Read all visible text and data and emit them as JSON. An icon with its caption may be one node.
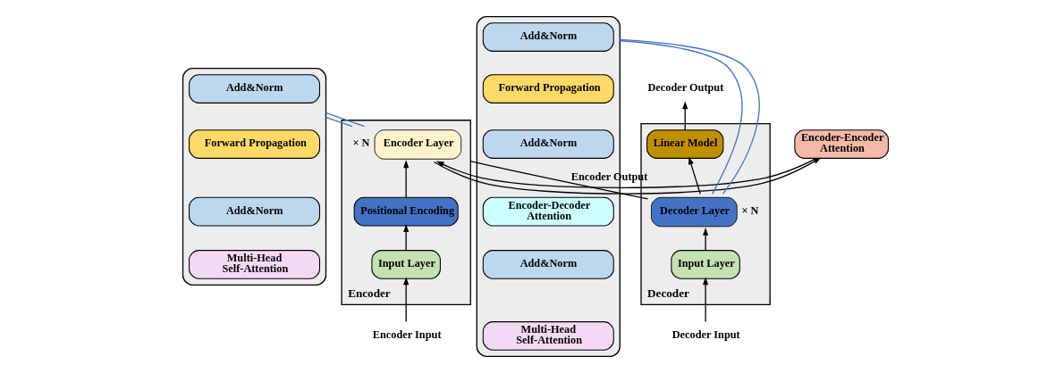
{
  "diagram": {
    "nodes": [
      {
        "text": [],
        "shape": "box"
      },
      {
        "text": [
          "Add&Norm"
        ],
        "in": 0
      },
      {
        "text": [
          "Forward Propagation"
        ],
        "in": 0
      },
      {
        "text": [
          "Add&Norm"
        ],
        "in": 0
      },
      {
        "text": [
          "Multi-Head Self-Attention"
        ],
        "in": 0
      },
      {
        "text": [
          "Encoder"
        ]
      },
      {
        "text": [
          "Encoder Layer"
        ],
        "in": 5,
        "beside": [
          "× N"
        ]
      },
      {
        "text": [
          "Positional Encoding"
        ],
        "in": 5
      },
      {
        "text": [
          "Input Layer"
        ],
        "in": 5
      },
      {
        "text": [
          "Encoder-Encoder Attention"
        ]
      },
      {
        "text": [
          "Encoder Input"
        ]
      },
      {
        "text": [
          "Decoder"
        ]
      },
      {
        "text": [
          "Linear Model"
        ],
        "in": 11
      },
      {
        "text": [
          "Decoder Layer"
        ],
        "in": 11,
        "beside": [
          "× N"
        ]
      },
      {
        "text": [
          "Input Layer"
        ],
        "in": 11
      },
      {
        "text": [],
        "shape": "box"
      },
      {
        "text": [
          "Add&Norm"
        ],
        "in": 15
      },
      {
        "text": [
          "Forward Propagation"
        ],
        "in": 15
      },
      {
        "text": [
          "Add&Norm"
        ],
        "in": 15
      },
      {
        "text": [
          "Encoder-Decoder Attention"
        ],
        "in": 15
      },
      {
        "text": [
          "Add&Norm"
        ],
        "in": 15
      },
      {
        "text": [
          "Multi-Head Self-Attention"
        ],
        "in": 15
      },
      {
        "text": [
          "Decoder Input"
        ]
      },
      {
        "text": [
          "Decoder Output"
        ]
      }
    ],
    "edges": [
      {
        "from": 10,
        "to": 8,
        "arrow": "to"
      },
      {
        "from": 8,
        "to": 7,
        "arrow": "to"
      },
      {
        "from": 7,
        "to": 6,
        "arrow": "to"
      },
      {
        "from": 6,
        "to": 9,
        "arrow": "to"
      },
      {
        "from": 9,
        "to": 6,
        "arrow": "to"
      },
      {
        "from": 5,
        "to": 13,
        "arrow": "none",
        "label": "Encoder Output"
      },
      {
        "from": 22,
        "to": 14,
        "arrow": "to"
      },
      {
        "from": 14,
        "to": 13,
        "arrow": "to"
      },
      {
        "from": 13,
        "to": 12,
        "arrow": "to"
      },
      {
        "from": 12,
        "to": 23,
        "arrow": "to"
      },
      {
        "from": 6,
        "to": 0,
        "arrow": "none",
        "color": "#4472c4"
      },
      {
        "from": 6,
        "to": 0,
        "arrow": "none",
        "color": "#4472c4"
      },
      {
        "from": 13,
        "to": 15,
        "arrow": "none",
        "color": "#4472c4"
      },
      {
        "from": 13,
        "to": 15,
        "arrow": "none",
        "color": "#4472c4"
      }
    ]
  }
}
